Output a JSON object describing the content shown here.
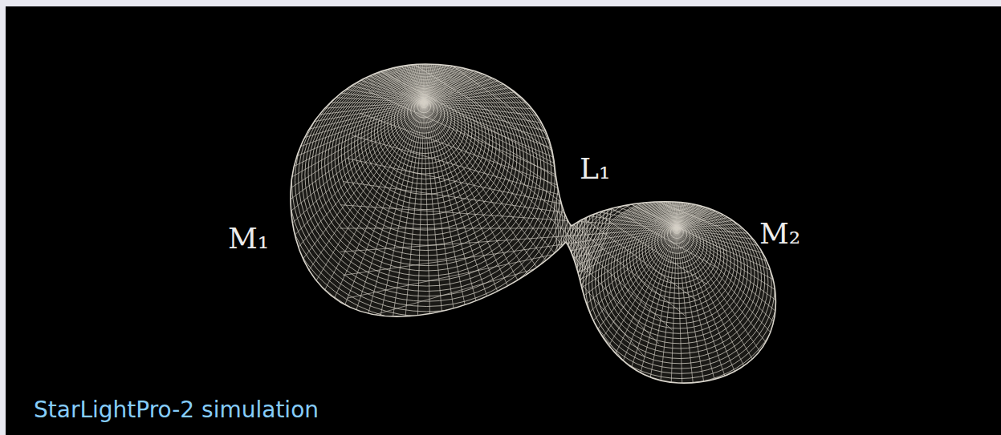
{
  "diagram": {
    "labels": [
      "M₁",
      "L₁",
      "M₂",
      "StarLightPro-2 simulation"
    ]
  }
}
